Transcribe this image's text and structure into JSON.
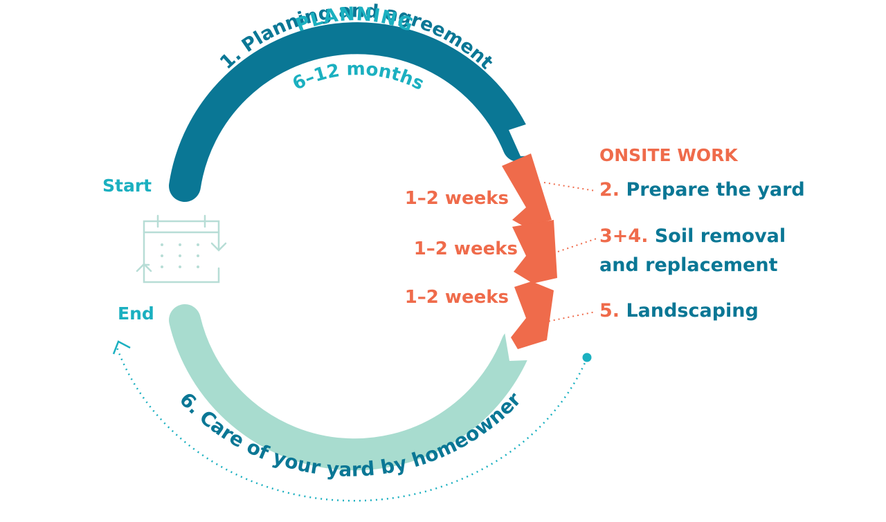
{
  "colors": {
    "dark_teal": "#0a7795",
    "light_teal": "#1bb0c0",
    "mint": "#a8dccf",
    "orange": "#ef6b4b",
    "icon": "#b7ddd6"
  },
  "start_label": "Start",
  "end_label": "End",
  "planning": {
    "step_label": "1. Planning and agreement",
    "phase_label": "PLANNING",
    "duration": "6–12 months"
  },
  "onsite": {
    "heading": "ONSITE WORK",
    "steps": [
      {
        "number": "2.",
        "text_line1": "Prepare the yard",
        "text_line2": "",
        "duration": "1–2 weeks"
      },
      {
        "number": "3+4.",
        "text_line1": "Soil removal",
        "text_line2": "and replacement",
        "duration": "1–2 weeks"
      },
      {
        "number": "5.",
        "text_line1": "Landscaping",
        "text_line2": "",
        "duration": "1–2 weeks"
      }
    ]
  },
  "care": {
    "step_label": "6. Care of your yard by homeowner"
  },
  "icons": {
    "calendar": "calendar-cycle-icon"
  }
}
